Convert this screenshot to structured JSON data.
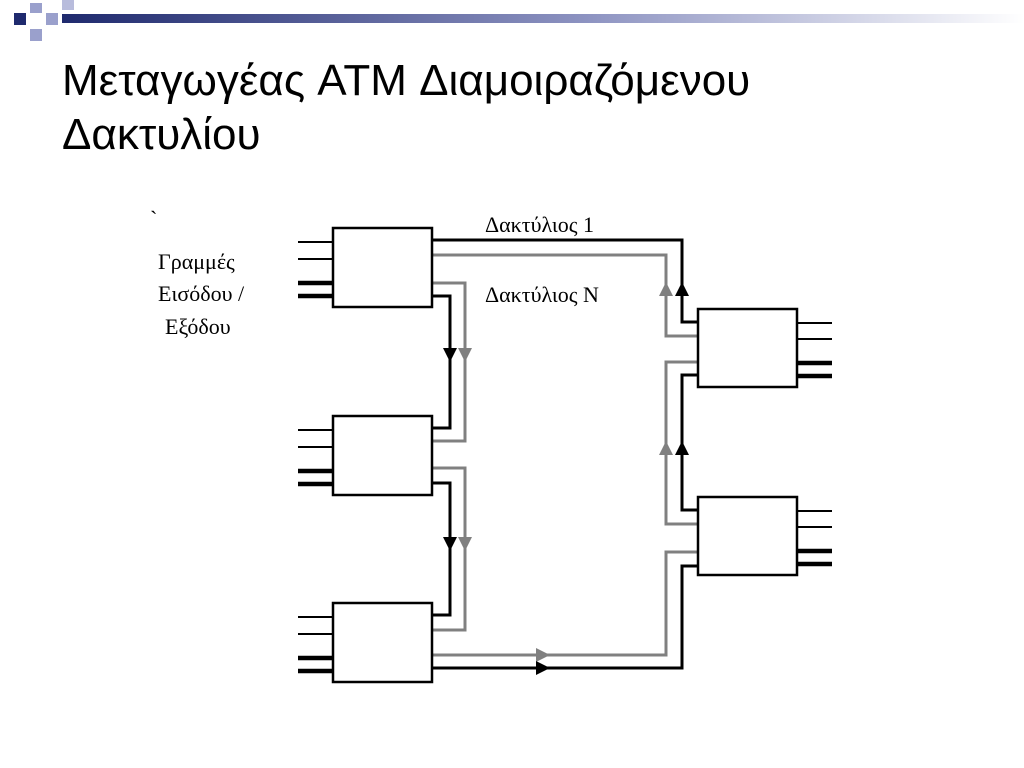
{
  "slide": {
    "title_lines": [
      "Μεταγωγέας ATM Διαμοιραζόμενου",
      "Δακτυλίου"
    ]
  },
  "diagram": {
    "stray_mark": "`",
    "port_label_lines": [
      "Γραμμές",
      "Εισόδου /",
      "Εξόδου"
    ],
    "ring_labels": [
      "Δακτύλιος 1",
      "Δακτύλιος N"
    ]
  },
  "colors": {
    "title_bar_gradient": [
      "#1f2a6e",
      "#ffffff"
    ],
    "squares_dark": "#1f2a6e",
    "squares_light": "#9aa0cc",
    "ring_1_line": "#000000",
    "ring_n_line": "#808080"
  }
}
